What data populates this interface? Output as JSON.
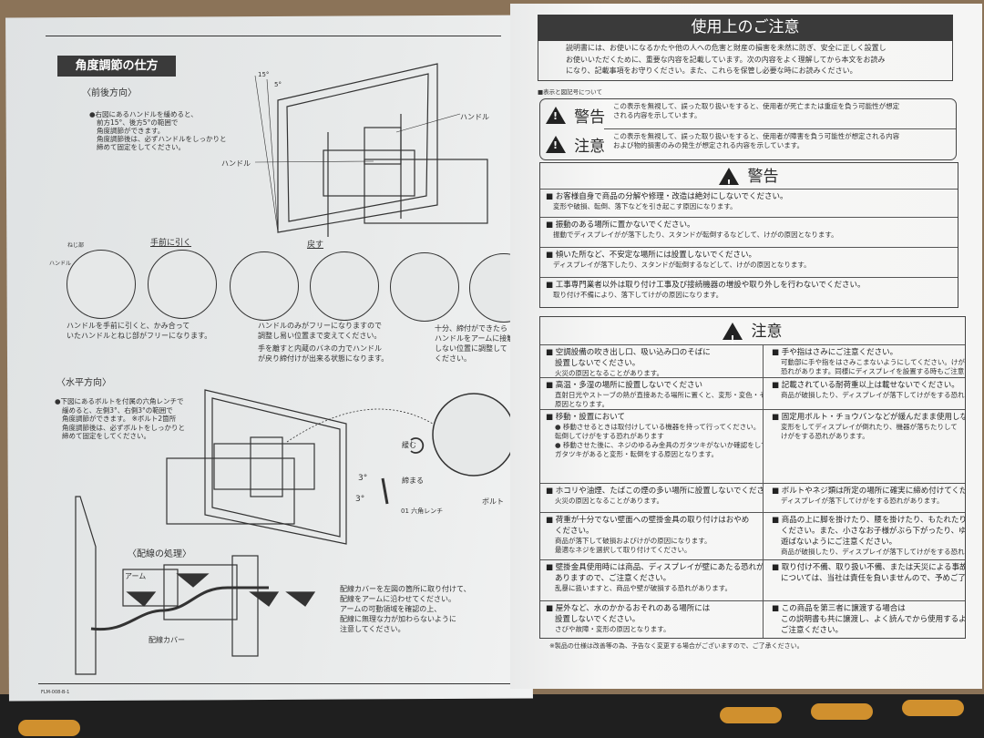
{
  "left_page": {
    "section_title": "角度調節の仕方",
    "front_back": {
      "heading": "〈前後方向〉",
      "instructions": [
        "●右図にあるハンドルを緩めると、",
        "前方15°、後方5°の範囲で",
        "角度調節ができます。",
        "角度調節後は、必ずハンドルをしっかりと",
        "締めて固定をしてください。"
      ],
      "angle_labels": [
        "15°",
        "5°"
      ],
      "handle_label_right": "ハンドル",
      "handle_label_left": "ハンドル",
      "step_labels": {
        "screw": "ねじ部",
        "handle": "ハンドル",
        "pull": "手前に引く",
        "return": "戻す"
      },
      "captions": [
        [
          "ハンドルを手前に引くと、かみ合って",
          "いたハンドルとねじ部がフリーになります。"
        ],
        [
          "ハンドルのみがフリーになりますので",
          "調整し易い位置まで変えてください。",
          "手を離すと内蔵のバネの力でハンドル",
          "が戻り締付けが出来る状態になります。"
        ],
        [
          "十分、締付ができたら",
          "ハンドルをアームに接触",
          "しない位置に調整して",
          "ください。"
        ]
      ]
    },
    "horizontal": {
      "heading": "〈水平方向〉",
      "instructions": [
        "●下図にあるボルトを付属の六角レンチで",
        "緩めると、左側3°、右側3°の範囲で",
        "角度調節ができます。 ※ボルト2箇所",
        "角度調節後は、必ずボルトをしっかりと",
        "締めて固定をしてください。"
      ],
      "loosen": "緩む",
      "tighten": "締まる",
      "bolt": "ボルト",
      "wrench": "01 六角レンチ",
      "angle_top": "3°",
      "angle_bottom": "3°"
    },
    "wiring": {
      "heading": "〈配線の処理〉",
      "arm_label": "アーム",
      "cover_label": "配線カバー",
      "instructions": [
        "配線カバーを左図の箇所に取り付けて、",
        "配線をアームに沿わせてください。",
        "アームの可動領域を確認の上、",
        "配線に無理な力が加わらないように",
        "注意してください。"
      ]
    },
    "model_number": "FLM-008-B-1"
  },
  "right_page": {
    "title": "使用上のご注意",
    "intro": [
      "説明書には、お使いになるかたや他の人への危害と財産の損害を未然に防ぎ、安全に正しく設置し",
      "お使いいただくために、重要な内容を記載しています。次の内容をよく理解してから本文をお読み",
      "になり、記載事項をお守りください。また、これらを保管し必要な時にお読みください。"
    ],
    "symbols_heading": "■表示と図記号について",
    "legend": [
      {
        "label": "警告",
        "text": [
          "この表示を無視して、誤った取り扱いをすると、使用者が死亡または重症を負う可能性が想定",
          "される内容を示しています。"
        ]
      },
      {
        "label": "注意",
        "text": [
          "この表示を無視して、誤った取り扱いをすると、使用者が障害を負う可能性が想定される内容",
          "および物的損害のみの発生が想定される内容を示しています。"
        ]
      }
    ],
    "warning": {
      "title": "警告",
      "items": [
        {
          "main": "■ お客様自身で商品の分解や修理・改造は絶対にしないでください。",
          "sub": "変形や破損、転倒、落下などを引き起こす原因になります。"
        },
        {
          "main": "■ 振動のある場所に置かないでください。",
          "sub": "振動でディスプレイがが落下したり、スタンドが転倒するなどして、けがの原因となります。"
        },
        {
          "main": "■ 傾いた所など、不安定な場所には設置しないでください。",
          "sub": "ディスプレイが落下したり、スタンドが転倒するなどして、けがの原因となります。"
        },
        {
          "main": "■ 工事専門業者以外は取り付け工事及び接続機器の増設や取り外しを行わないでください。",
          "sub": "取り付け不備により、落下してけがの原因になります。"
        }
      ]
    },
    "caution": {
      "title": "注意",
      "rows": [
        [
          {
            "main": [
              "■ 空調設備の吹き出し口、吸い込み口のそばに",
              "設置しないでください。"
            ],
            "sub": [
              "火災の原因となることがあります。"
            ]
          },
          {
            "main": [
              "■ 手や指はさみにご注意ください。"
            ],
            "sub": [
              "可動部に手や指をはさみこまないようにしてください。けがをする",
              "恐れがあります。同様にディスプレイを設置する時もご注意ください。"
            ]
          }
        ],
        [
          {
            "main": [
              "■ 高温・多湿の場所に設置しないでください"
            ],
            "sub": [
              "直射日光やストーブの熱が直接あたる場所に置くと、変形・変色・そりなどの",
              "原因となります。"
            ]
          },
          {
            "main": [
              "■ 記載されている耐荷重以上は載せないでください。"
            ],
            "sub": [
              "商品が破損したり、ディスプレイが落下してけがをする恐れがあります。"
            ]
          }
        ],
        [
          {
            "main": [
              "■ 移動・設置において"
            ],
            "sub": [
              "● 移動させるときは取付けしている機器を持って行ってください。",
              "転倒してけがをする恐れがあります",
              "● 移動させた後に、ネジのゆるみ金具のガタツキがないか確認をしてください。",
              "ガタツキがあると変形・転倒をする原因となります。"
            ]
          },
          {
            "main": [
              "■ 固定用ボルト・チョウバンなどが緩んだまま使用しないでください。"
            ],
            "sub": [
              "変形をしてディスプレイが倒れたり、機器が落ちたりして",
              "けがをする恐れがあります。"
            ]
          }
        ],
        [
          {
            "main": [
              "■ ホコリや油煙、たばこの煙の多い場所に設置しないでください。"
            ],
            "sub": [
              "火災の原因となることがあります。"
            ]
          },
          {
            "main": [
              "■ ボルトやネジ類は所定の場所に確実に締め付けてください。"
            ],
            "sub": [
              "ディスプレイが落下してけがをする恐れがあります。"
            ]
          }
        ],
        [
          {
            "main": [
              "■ 荷重が十分でない壁面への壁掛金具の取り付けはおやめ",
              "ください。"
            ],
            "sub": [
              "商品が落下して破損およびけがの原因になります。",
              "最適なネジを選択して取り付けてください。"
            ]
          },
          {
            "main": [
              "■ 商品の上に脚を掛けたり、腰を掛けたり、もたれたりしないで",
              "ください。また、小さなお子様がぶら下がったり、ゆすったりして",
              "遊ばないようにご注意ください。"
            ],
            "sub": [
              "商品が破損したり、ディスプレイが落下してけがをする恐れがあります。"
            ]
          }
        ],
        [
          {
            "main": [
              "■ 壁掛金具使用時には商品、ディスプレイが壁にあたる恐れが",
              "ありますので、ご注意ください。"
            ],
            "sub": [
              "乱暴に扱いますと、商品や壁が破損する恐れがあります。"
            ]
          },
          {
            "main": [
              "■ 取り付け不備、取り扱い不備、または天災による事故損傷",
              "については、当社は責任を負いませんので、予めご了承ください。"
            ],
            "sub": []
          }
        ],
        [
          {
            "main": [
              "■ 屋外など、水のかかるおそれのある場所には",
              "設置しないでください。"
            ],
            "sub": [
              "さびや故障・変形の原因となります。"
            ]
          },
          {
            "main": [
              "■ この商品を第三者に譲渡する場合は",
              "この説明書も共に譲渡し、よく読んでから使用するように",
              "ご注意ください。"
            ],
            "sub": []
          }
        ]
      ]
    },
    "footnote": "※製品の仕様は改善等の為、予告なく変更する場合がございますので、ご了承ください。"
  },
  "colors": {
    "table_surface": "#8b7358",
    "header_bar": "#3a3a3a",
    "bracket_slots": "#d0902e"
  }
}
